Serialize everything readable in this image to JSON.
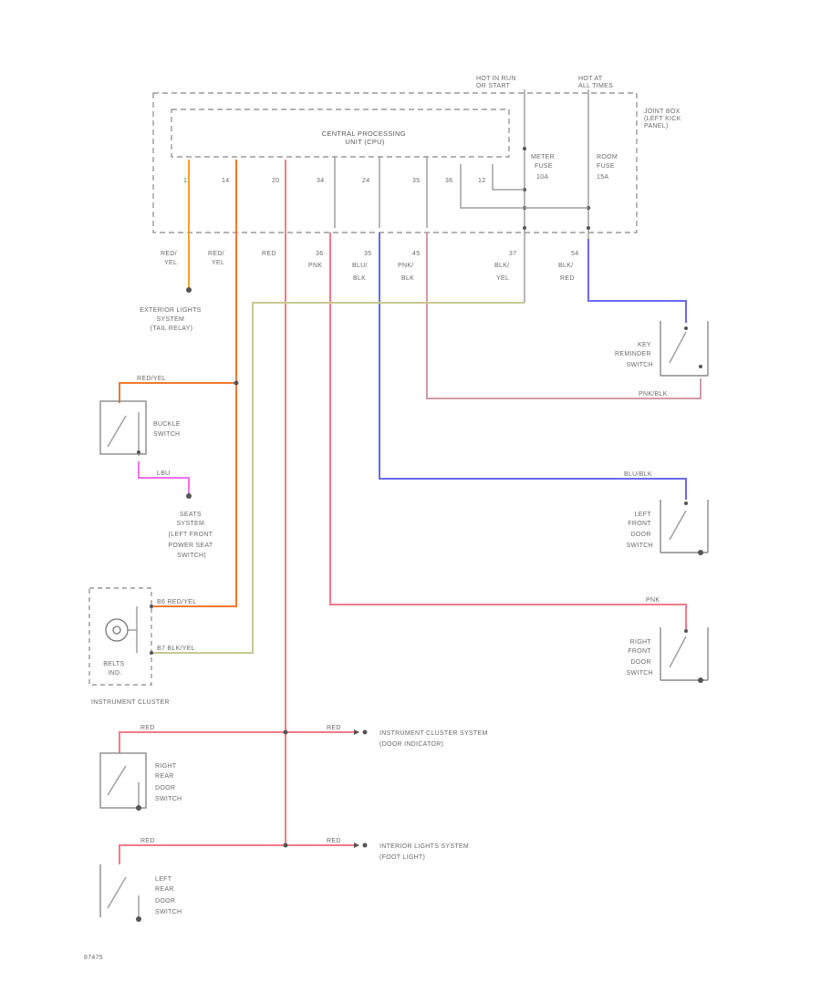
{
  "header": {
    "hot_in_run": [
      "HOT IN RUN",
      "OR START"
    ],
    "hot_at_all_times": [
      "HOT AT",
      "ALL TIMES"
    ]
  },
  "joint_box": [
    "JOINT BOX",
    "(LEFT KICK",
    "PANEL)"
  ],
  "cpu": {
    "title": [
      "CENTRAL PROCESSING",
      "UNIT (CPU)"
    ]
  },
  "fuses": {
    "meter": [
      "METER",
      "FUSE",
      "10A"
    ],
    "room": [
      "ROOM",
      "FUSE",
      "15A"
    ]
  },
  "pins": [
    "11",
    "14",
    "20",
    "34",
    "24",
    "35",
    "36",
    "12"
  ],
  "wires": {
    "w11": [
      "RED/",
      "YEL"
    ],
    "w14": [
      "RED/",
      "YEL"
    ],
    "w20": [
      "RED"
    ],
    "w34": [
      "36",
      "PNK"
    ],
    "w24": [
      "35",
      "BLU/",
      "BLK"
    ],
    "w35": [
      "45",
      "PNK/",
      "BLK"
    ],
    "w36": [
      "37",
      "BLK/",
      "YEL"
    ],
    "w12": [
      "54",
      "BLK/",
      "RED"
    ]
  },
  "labels": {
    "ext_lights": [
      "EXTERIOR LIGHTS",
      "SYSTEM",
      "(TAIL RELAY)"
    ],
    "buckle_wire": "RED/YEL",
    "buckle_switch": [
      "BUCKLE",
      "SWITCH"
    ],
    "lbu_wire": "LBU",
    "seats_system": [
      "SEATS",
      "SYSTEM",
      "(LEFT FRONT",
      "POWER SEAT",
      "SWITCH)"
    ],
    "cluster_wire_a": "B6 RED/YEL",
    "cluster_wire_b": "B7 BLK/YEL",
    "belts_indicator": [
      "BELTS",
      "IND."
    ],
    "instrument_cluster": "INSTRUMENT CLUSTER",
    "key_reminder": [
      "KEY",
      "REMINDER",
      "SWITCH"
    ],
    "pnk_blk_wire": "PNK/BLK",
    "left_front_door": [
      "LEFT",
      "FRONT",
      "DOOR",
      "SWITCH"
    ],
    "blu_blk_wire": "BLU/BLK",
    "right_front_door": [
      "RIGHT",
      "FRONT",
      "DOOR",
      "SWITCH"
    ],
    "pnk_wire": "PNK",
    "red": "RED",
    "right_rear_door": [
      "RIGHT",
      "REAR",
      "DOOR",
      "SWITCH"
    ],
    "left_rear_door": [
      "LEFT",
      "REAR",
      "DOOR",
      "SWITCH"
    ],
    "ic_system": [
      "INSTRUMENT CLUSTER SYSTEM",
      "(DOOR INDICATOR)"
    ],
    "int_lights": [
      "INTERIOR LIGHTS SYSTEM",
      "(FOOT LIGHT)"
    ],
    "footer_code": "87475"
  },
  "colors": {
    "orange": "#f5a030",
    "deep_orange": "#f07a30",
    "red": "#f47a8a",
    "pink_blk": "#d49aa8",
    "blue": "#6a6af0",
    "olive": "#c8c890",
    "magenta": "#f070f0",
    "gray": "#a0a0a0"
  }
}
